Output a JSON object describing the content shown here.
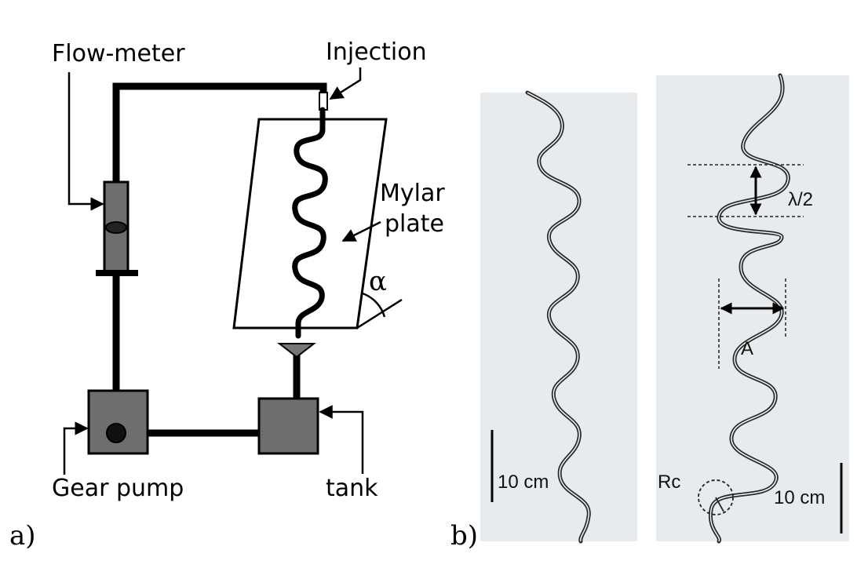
{
  "panel_a": {
    "label": "a)",
    "flowmeter_label": "Flow-meter",
    "injection_label": "Injection",
    "plate_label_line1": "Mylar",
    "plate_label_line2": "plate",
    "angle_label": "α",
    "pump_label": "Gear pump",
    "tank_label": "tank"
  },
  "panel_b": {
    "label": "b)",
    "left_scale_label": "10 cm",
    "right_scale_label": "10 cm",
    "wavelength_label": "λ/2",
    "amplitude_label": "A",
    "radius_label": "Rc"
  },
  "colors": {
    "component_fill": "#6e6e6e",
    "photo_background": "#e7ebee"
  }
}
